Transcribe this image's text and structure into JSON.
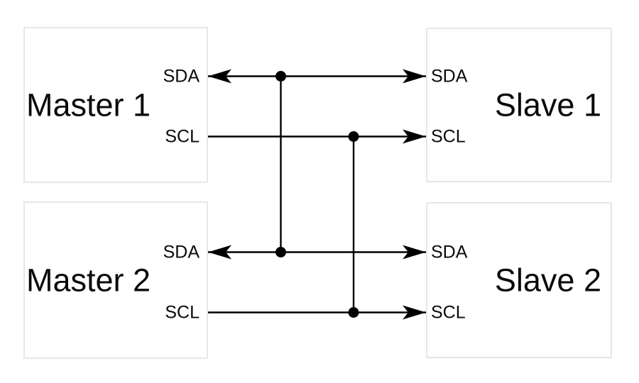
{
  "boxes": [
    {
      "label": "Master 1",
      "ports": {
        "sda": "SDA",
        "scl": "SCL"
      }
    },
    {
      "label": "Slave 1",
      "ports": {
        "sda": "SDA",
        "scl": "SCL"
      }
    },
    {
      "label": "Master 2",
      "ports": {
        "sda": "SDA",
        "scl": "SCL"
      }
    },
    {
      "label": "Slave 2",
      "ports": {
        "sda": "SDA",
        "scl": "SCL"
      }
    }
  ],
  "wires": [
    {
      "name": "sda-row-1",
      "from": "Master 1 SDA",
      "to": "Slave 1 SDA",
      "arrowheads": "both-ends"
    },
    {
      "name": "scl-row-1",
      "from": "Master 1 SCL",
      "to": "Slave 1 SCL",
      "arrowheads": "slave-end"
    },
    {
      "name": "sda-row-2",
      "from": "Master 2 SDA",
      "to": "Slave 2 SDA",
      "arrowheads": "both-ends"
    },
    {
      "name": "scl-row-2",
      "from": "Master 2 SCL",
      "to": "Slave 2 SCL",
      "arrowheads": "slave-end"
    },
    {
      "name": "sda-vertical-tie",
      "from": "sda-row-1",
      "to": "sda-row-2",
      "junction_dots": 2
    },
    {
      "name": "scl-vertical-tie",
      "from": "scl-row-1",
      "to": "scl-row-2",
      "junction_dots": 2
    }
  ],
  "colors": {
    "wire": "#000000",
    "text": "#0a0a0a",
    "box_border": "#e7e7e7",
    "box_fill": "#ffffff",
    "background": "#ffffff"
  }
}
